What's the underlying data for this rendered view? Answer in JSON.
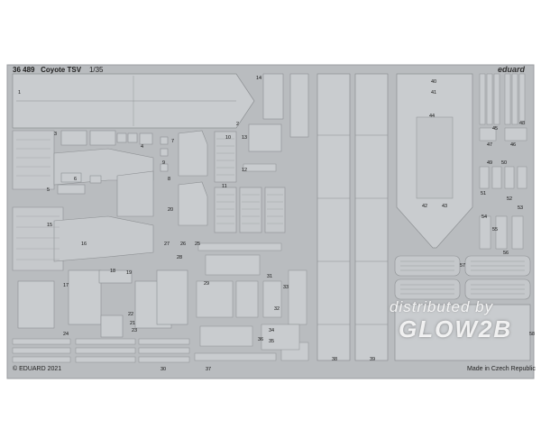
{
  "colors": {
    "fret": "#b9bcbf",
    "fret_edge": "#9a9da0",
    "part": "#c9cccf",
    "part_line": "#8d9093",
    "background": "#ffffff"
  },
  "header": {
    "code": "36 489",
    "title": "Coyote TSV",
    "scale": "1/35",
    "brand": "eduard"
  },
  "footer": {
    "copyright": "© EDUARD 2021",
    "origin": "Made in Czech Republic"
  },
  "part_numbers": [
    "1",
    "2",
    "3",
    "4",
    "5",
    "6",
    "7",
    "8",
    "9",
    "10",
    "11",
    "12",
    "13",
    "14",
    "15",
    "16",
    "17",
    "18",
    "19",
    "20",
    "21",
    "22",
    "23",
    "24",
    "25",
    "26",
    "27",
    "28",
    "29",
    "30",
    "31",
    "32",
    "33",
    "34",
    "35",
    "36",
    "37",
    "38",
    "39",
    "40",
    "41",
    "42",
    "43",
    "44",
    "45",
    "46",
    "47",
    "48",
    "49",
    "50",
    "51",
    "52",
    "53",
    "54",
    "55",
    "56",
    "57",
    "58"
  ],
  "watermark": {
    "line1": "distributed by",
    "line2": "GLOW2B"
  }
}
